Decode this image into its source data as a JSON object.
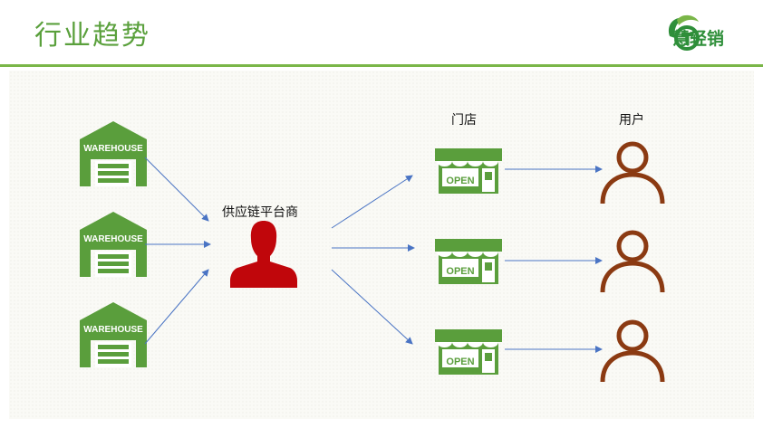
{
  "header": {
    "title": "行业趋势",
    "brand_name": "慧轻销",
    "logo_icon": "leaf-logo-icon"
  },
  "colors": {
    "accent_green": "#5a9e3c",
    "platform_red": "#c0060b",
    "user_brown": "#8b3a12",
    "arrow_blue": "#4a74c4"
  },
  "warehouses": [
    {
      "sign": "WAREHOUSE"
    },
    {
      "sign": "WAREHOUSE"
    },
    {
      "sign": "WAREHOUSE"
    }
  ],
  "platform": {
    "label": "供应链平台商"
  },
  "stores": {
    "column_label": "门店",
    "items": [
      {
        "sign": "OPEN"
      },
      {
        "sign": "OPEN"
      },
      {
        "sign": "OPEN"
      }
    ]
  },
  "users": {
    "column_label": "用户",
    "count": 3
  }
}
